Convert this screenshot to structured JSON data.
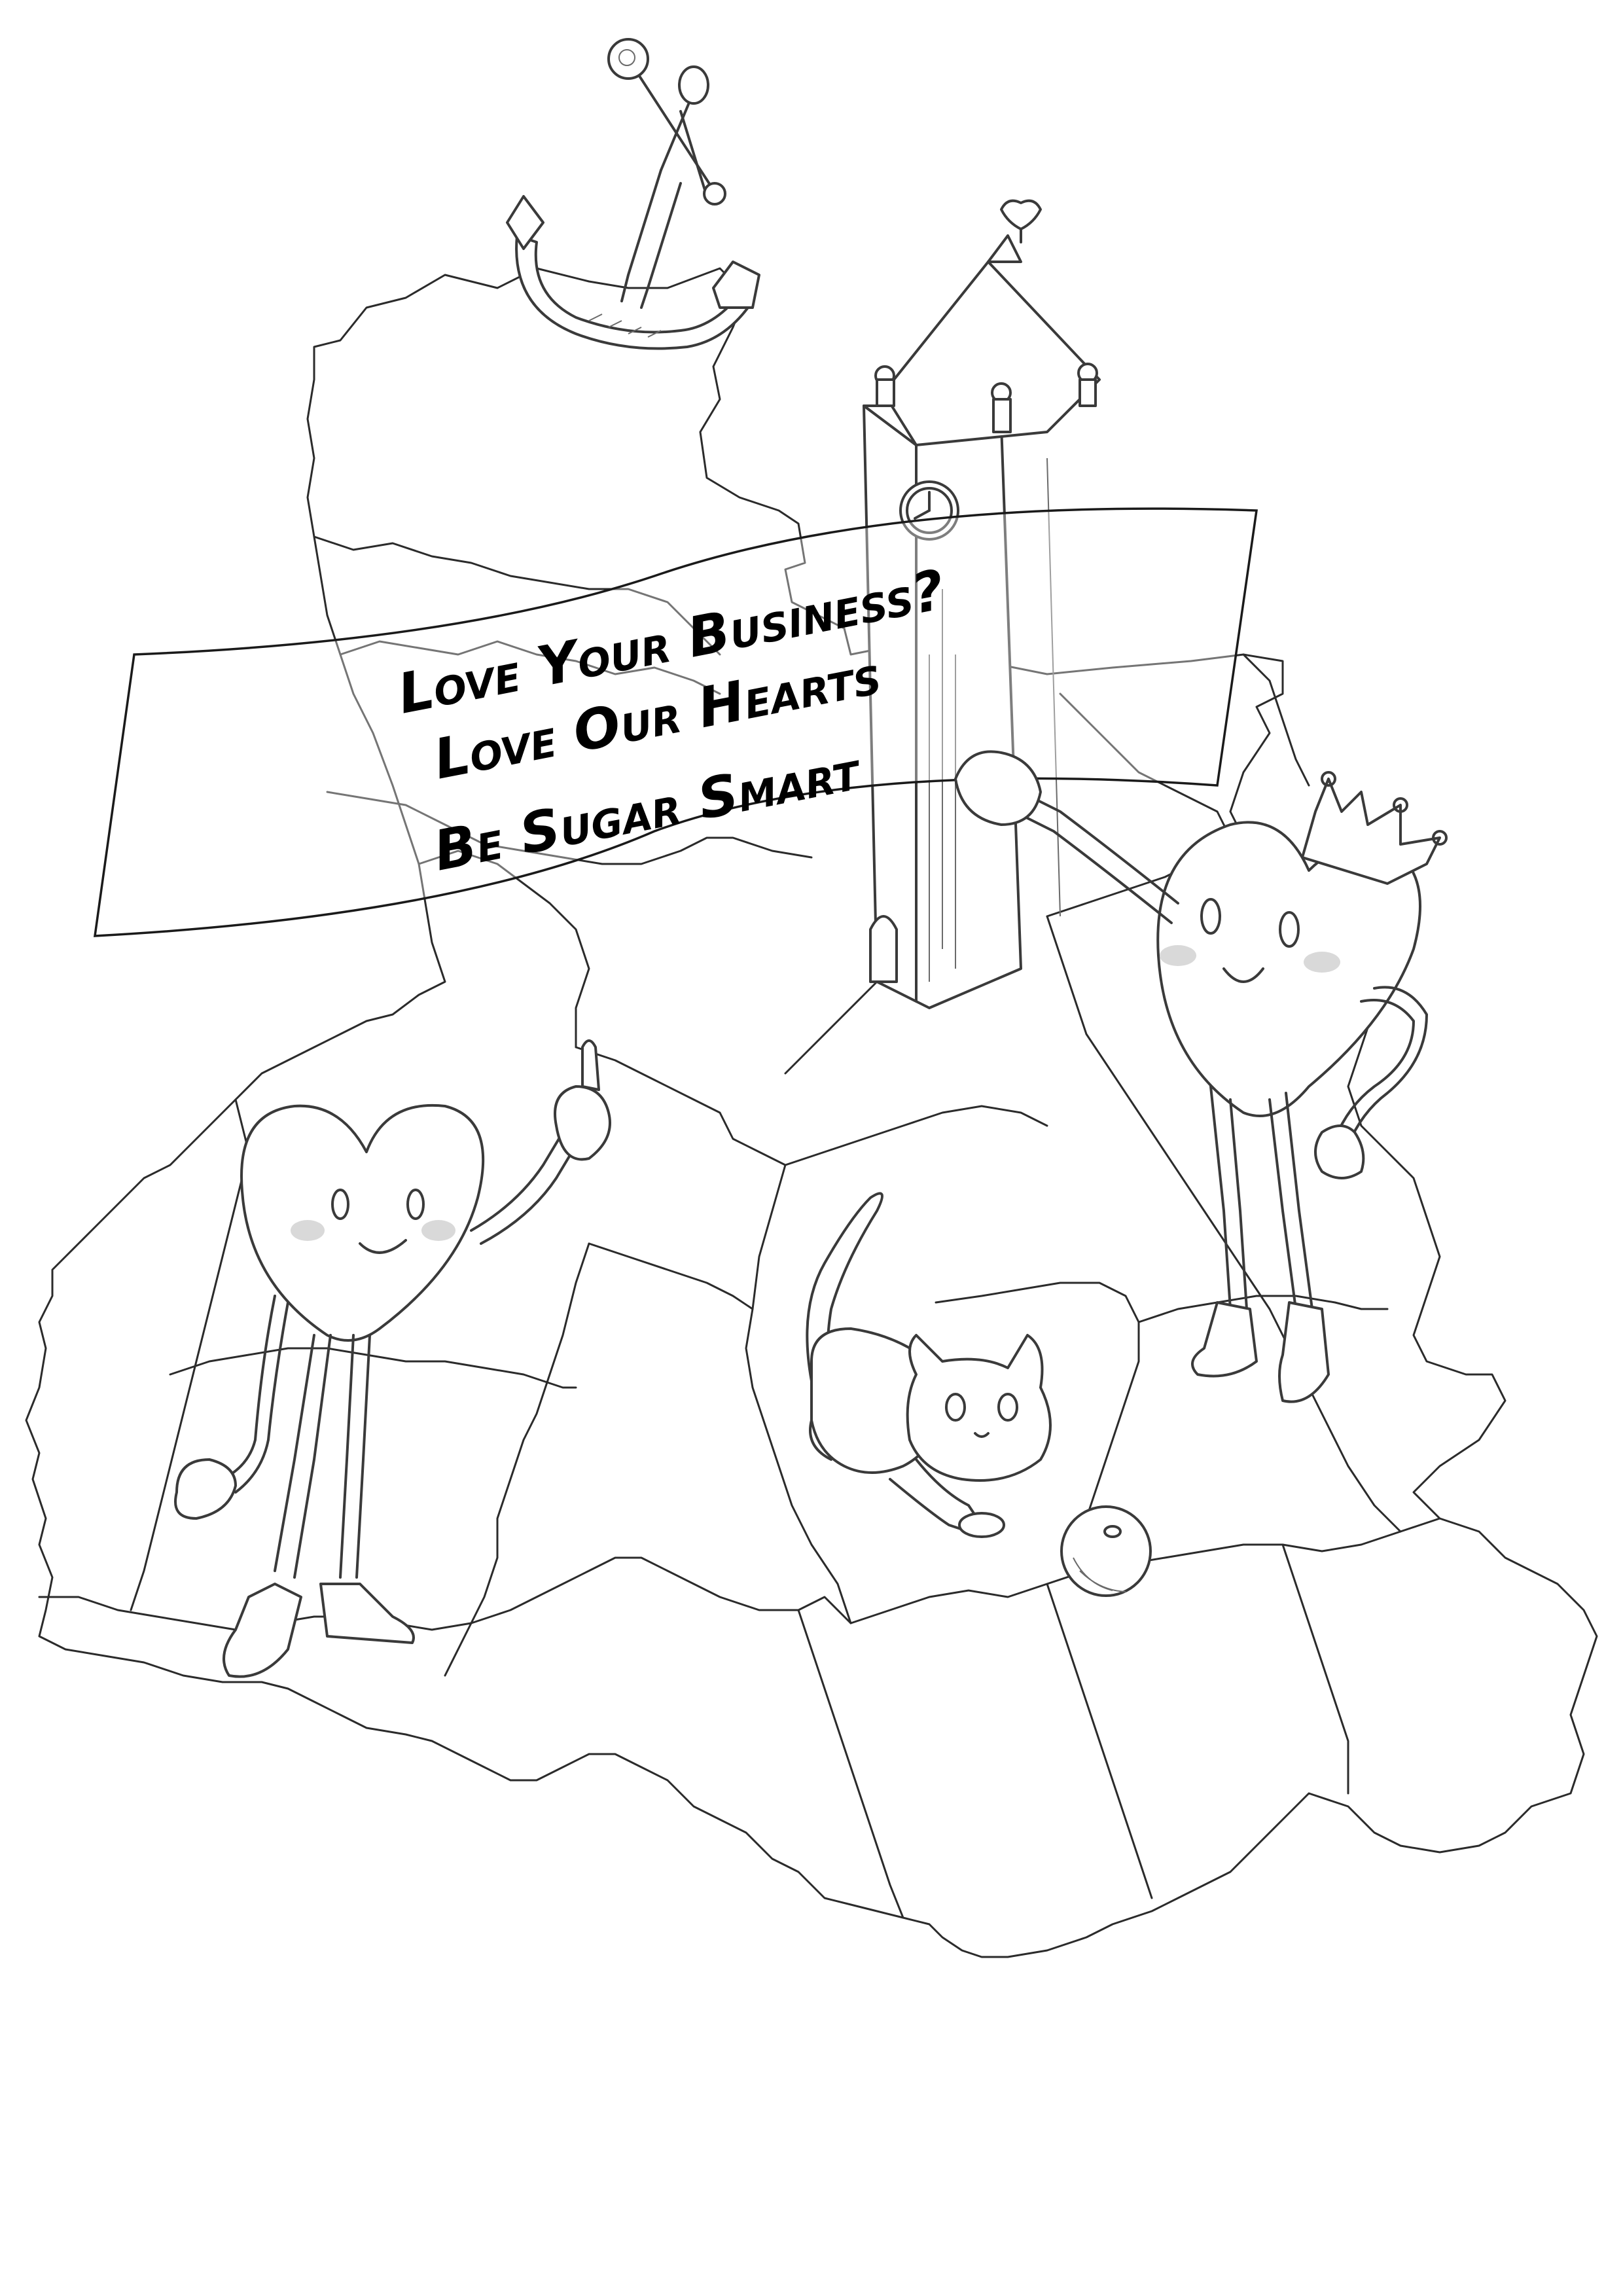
{
  "banner": {
    "lines": [
      "Love Your Business?",
      "Love Our Hearts",
      "Be Sugar Smart"
    ]
  },
  "illustration": {
    "style": "pencil sketch",
    "colors": {
      "line": "#2b2b2b",
      "background": "#ffffff"
    },
    "icons": [
      "anchor-icon",
      "clock-tower-icon",
      "heart-character-icon",
      "cat-icon",
      "ball-icon",
      "crown-icon"
    ]
  }
}
